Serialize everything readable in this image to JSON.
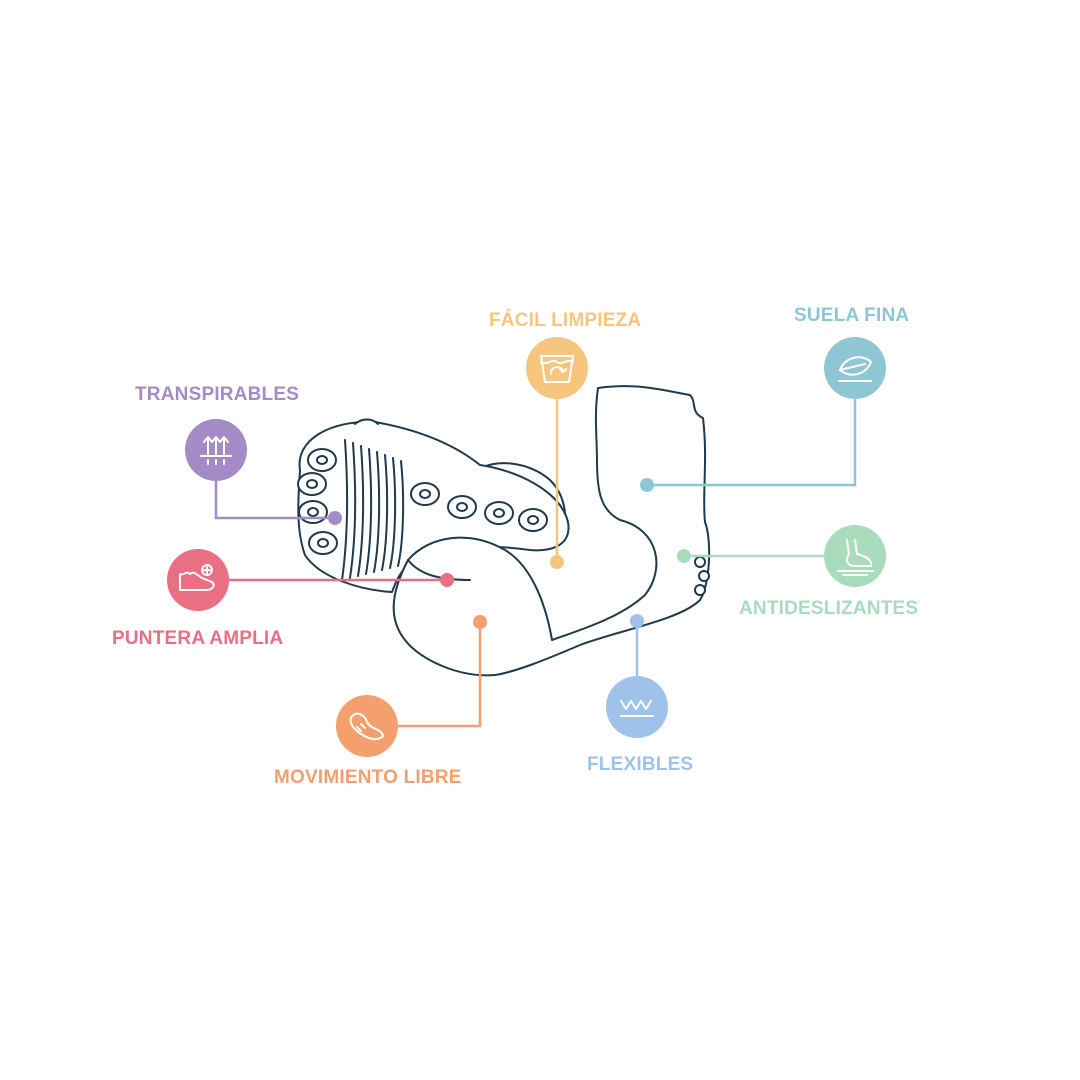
{
  "diagram": {
    "outline_color": "#1f3a4d",
    "features": [
      {
        "id": "transpirables",
        "label": "TRANSPIRABLES",
        "color": "#a48bc6",
        "icon": "breathable-arrows-icon"
      },
      {
        "id": "facil-limpieza",
        "label": "FÁCIL LIMPIEZA",
        "color": "#f6c67f",
        "icon": "washing-icon"
      },
      {
        "id": "suela-fina",
        "label": "SUELA FINA",
        "color": "#8ec7d3",
        "icon": "thin-sole-leaf-icon"
      },
      {
        "id": "antideslizantes",
        "label": "ANTIDESLIZANTES",
        "color": "#a9dcbd",
        "icon": "non-slip-foot-icon"
      },
      {
        "id": "flexibles",
        "label": "FLEXIBLES",
        "color": "#9fc2ea",
        "icon": "flexible-wave-icon"
      },
      {
        "id": "movimiento-libre",
        "label": "MOVIMIENTO LIBRE",
        "color": "#f4a06e",
        "icon": "free-movement-foot-icon"
      },
      {
        "id": "puntera-amplia",
        "label": "PUNTERA AMPLIA",
        "color": "#e96f82",
        "icon": "wide-toe-icon"
      }
    ]
  }
}
